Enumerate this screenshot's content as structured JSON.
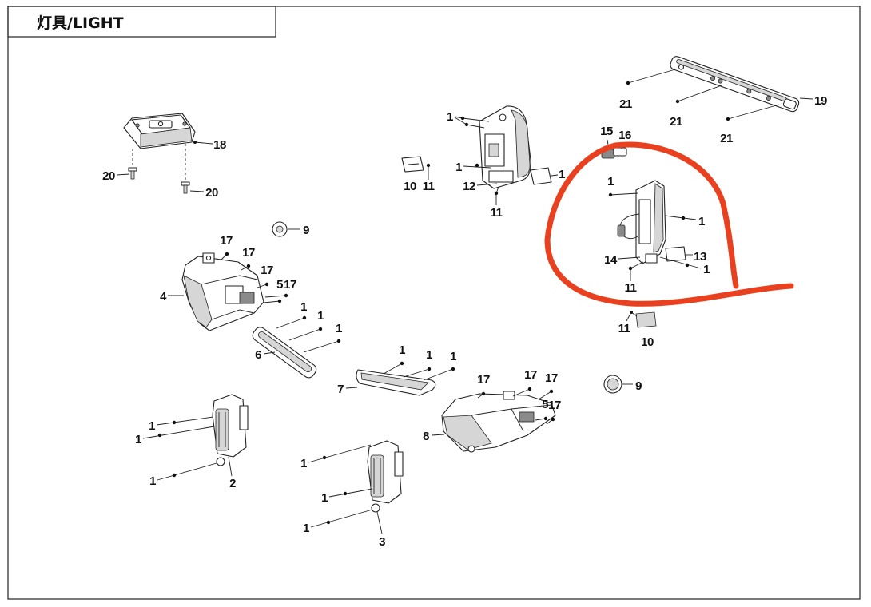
{
  "page": {
    "title": "灯具/LIGHT"
  },
  "colors": {
    "annotation": "#e9411f",
    "line": "#222222"
  },
  "rear_light_bar": {
    "callouts": [
      "21",
      "21",
      "21",
      "19"
    ]
  },
  "front_center_lamp": {
    "callouts": [
      "1",
      "1",
      "12",
      "11",
      "1"
    ]
  },
  "front_center_plate": {
    "callouts": [
      "10",
      "11"
    ]
  },
  "marked_lamp": {
    "callouts": [
      "15",
      "16",
      "1",
      "1",
      "14",
      "13",
      "1",
      "11"
    ]
  },
  "reflector_plate": {
    "callouts": [
      "11",
      "10"
    ]
  },
  "control_module": {
    "callouts": [
      "18",
      "20",
      "20"
    ]
  },
  "grommet_left": {
    "callouts": [
      "9"
    ]
  },
  "headlight_left": {
    "callouts": [
      "17",
      "17",
      "17",
      "5",
      "17",
      "4"
    ]
  },
  "light_strip_left": {
    "callouts": [
      "1",
      "1",
      "1",
      "6"
    ]
  },
  "light_strip_center": {
    "callouts": [
      "1",
      "1",
      "1",
      "7"
    ]
  },
  "headlight_right": {
    "callouts": [
      "17",
      "17",
      "17",
      "5",
      "17",
      "8"
    ]
  },
  "grommet_right": {
    "callouts": [
      "9"
    ]
  },
  "turn_signal_left": {
    "callouts": [
      "1",
      "1",
      "1",
      "2"
    ]
  },
  "turn_signal_center": {
    "callouts": [
      "1",
      "1",
      "1",
      "3"
    ]
  }
}
